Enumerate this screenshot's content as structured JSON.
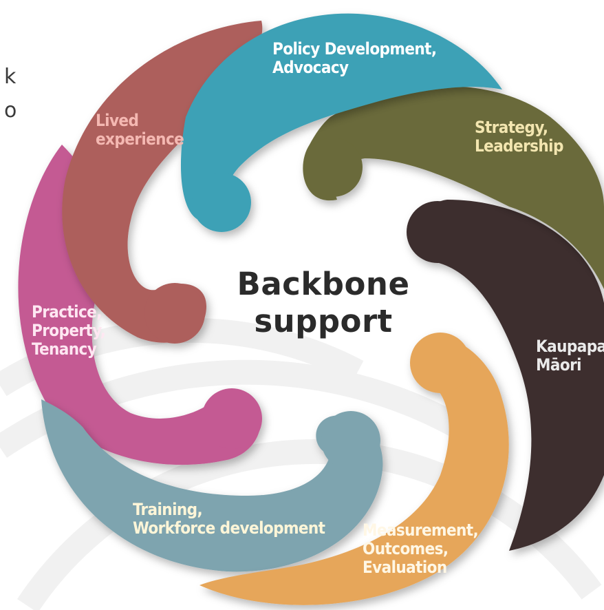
{
  "center": {
    "title": "Backbone\nsupport"
  },
  "edge_text": {
    "line1": "k",
    "line2": "o"
  },
  "segments": [
    {
      "id": "policy",
      "label": "Policy Development,\nAdvocacy",
      "color": "#3ea1b6",
      "text_color": "#ffffff"
    },
    {
      "id": "strategy",
      "label": "Strategy,\nLeadership",
      "color": "#6b6b3a",
      "text_color": "#f3e6b0"
    },
    {
      "id": "kaupapa",
      "label": "Kaupapa\nMāori",
      "color": "#3d2e2e",
      "text_color": "#eaeaea"
    },
    {
      "id": "measurement",
      "label": "Measurement,\nOutcomes,\nEvaluation",
      "color": "#e6a65a",
      "text_color": "#fff7e5"
    },
    {
      "id": "training",
      "label": "Training,\nWorkforce development",
      "color": "#7ea4af",
      "text_color": "#fff6d8"
    },
    {
      "id": "practice",
      "label": "Practice,\nProperty,\nTenancy",
      "color": "#c45a93",
      "text_color": "#ffe7f2"
    },
    {
      "id": "lived",
      "label": "Lived\nexperience",
      "color": "#ad5e5c",
      "text_color": "#f4b8b2"
    }
  ]
}
